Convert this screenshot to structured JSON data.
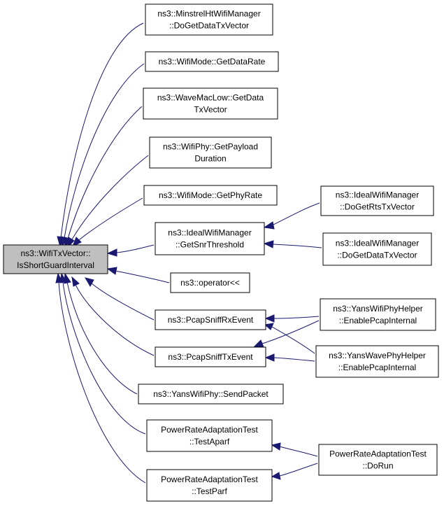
{
  "colors": {
    "edge": "#191970",
    "root_fill": "#bfbfbf",
    "node_fill": "#ffffff",
    "border": "#000000"
  },
  "nodes": {
    "root": [
      "ns3::WifiTxVector::",
      "IsShortGuardInterval"
    ],
    "minstrel": [
      "ns3::MinstrelHtWifiManager",
      "::DoGetDataTxVector"
    ],
    "wifimode_datarate": [
      "ns3::WifiMode::GetDataRate"
    ],
    "wavemaclow": [
      "ns3::WaveMacLow::GetData",
      "TxVector"
    ],
    "wifiphy_payload": [
      "ns3::WifiPhy::GetPayload",
      "Duration"
    ],
    "wifimode_phyrate": [
      "ns3::WifiMode::GetPhyRate"
    ],
    "ideal_snr": [
      "ns3::IdealWifiManager",
      "::GetSnrThreshold"
    ],
    "operator": [
      "ns3::operator<<"
    ],
    "pcap_rx": [
      "ns3::PcapSniffRxEvent"
    ],
    "pcap_tx": [
      "ns3::PcapSniffTxEvent"
    ],
    "yans_send": [
      "ns3::YansWifiPhy::SendPacket"
    ],
    "test_aparf": [
      "PowerRateAdaptationTest",
      "::TestAparf"
    ],
    "test_parf": [
      "PowerRateAdaptationTest",
      "::TestParf"
    ],
    "ideal_rts": [
      "ns3::IdealWifiManager",
      "::DoGetRtsTxVector"
    ],
    "ideal_data": [
      "ns3::IdealWifiManager",
      "::DoGetDataTxVector"
    ],
    "yans_wifi_helper": [
      "ns3::YansWifiPhyHelper",
      "::EnablePcapInternal"
    ],
    "yans_wave_helper": [
      "ns3::YansWavePhyHelper",
      "::EnablePcapInternal"
    ],
    "dorun": [
      "PowerRateAdaptationTest",
      "::DoRun"
    ]
  }
}
